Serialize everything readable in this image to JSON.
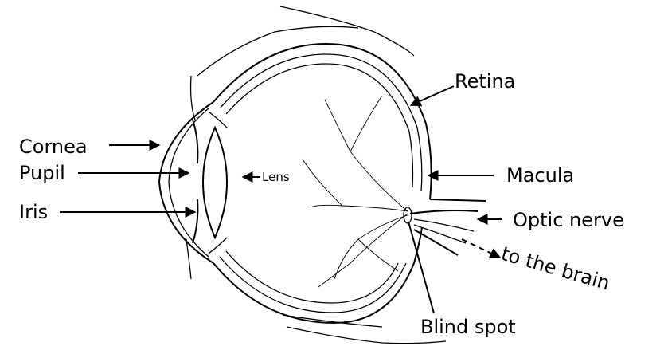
{
  "labels": {
    "cornea": "Cornea",
    "pupil": "Pupil",
    "iris": "Iris",
    "lens": "Lens",
    "retina": "Retina",
    "macula": "Macula",
    "optic_nerve": "Optic nerve",
    "to_the_brain": "to the brain",
    "blind_spot": "Blind spot"
  },
  "colors": {
    "ink": "#000000",
    "background": "#ffffff"
  }
}
